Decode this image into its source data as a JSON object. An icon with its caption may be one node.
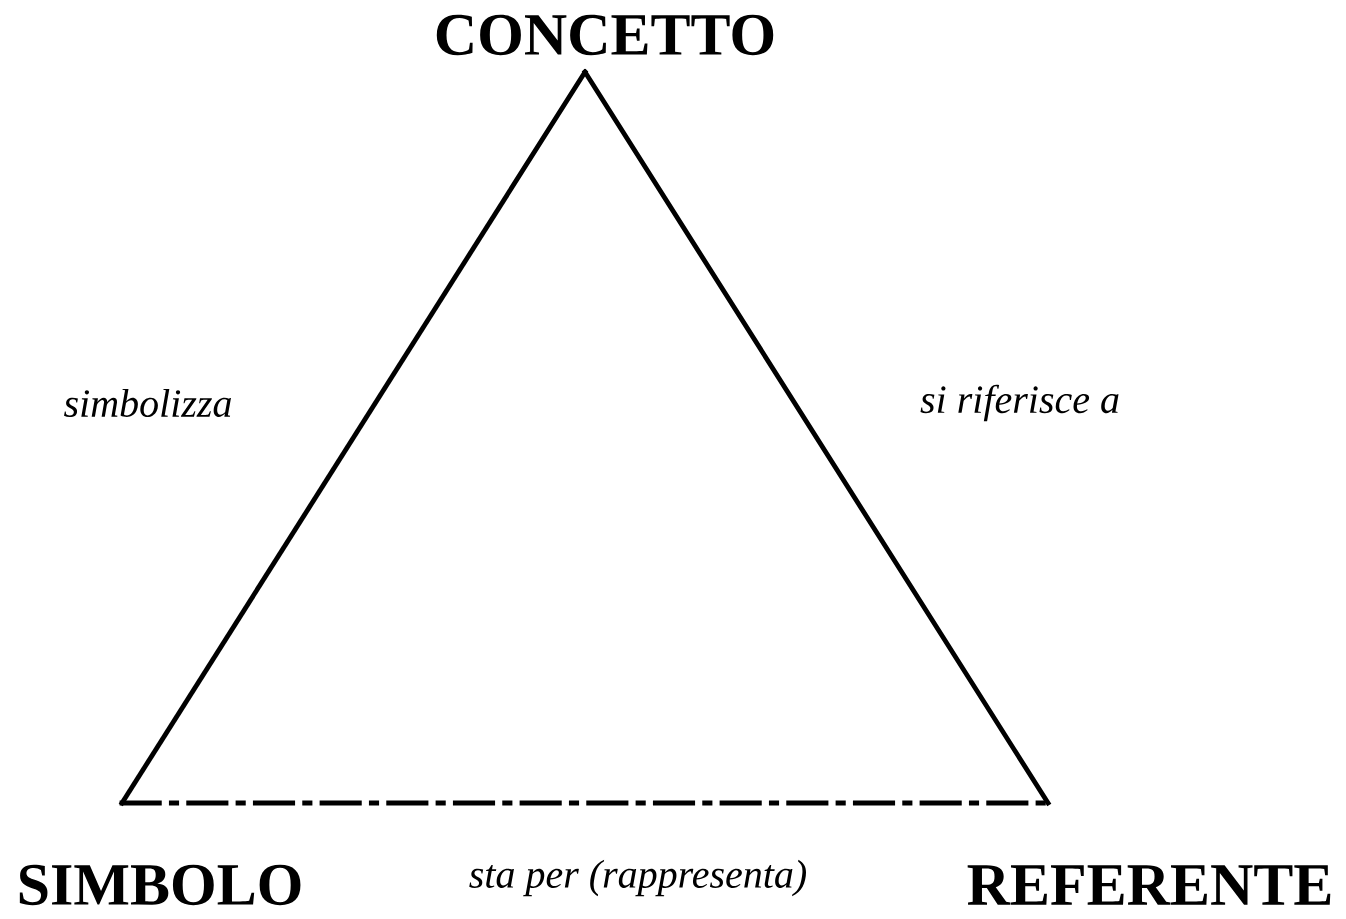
{
  "diagram": {
    "nodes": [
      {
        "text": [
          "CONCETTO"
        ]
      },
      {
        "text": [
          "SIMBOLO"
        ]
      },
      {
        "text": [
          "REFERENTE"
        ]
      }
    ],
    "edges": [
      {
        "from": 1,
        "to": 0,
        "arrow": "none",
        "label": "simbolizza"
      },
      {
        "from": 0,
        "to": 2,
        "arrow": "none",
        "label": "si riferisce a"
      },
      {
        "from": 1,
        "to": 2,
        "arrow": "none",
        "label": "sta per (rappresenta)",
        "style": "dashed"
      }
    ]
  }
}
